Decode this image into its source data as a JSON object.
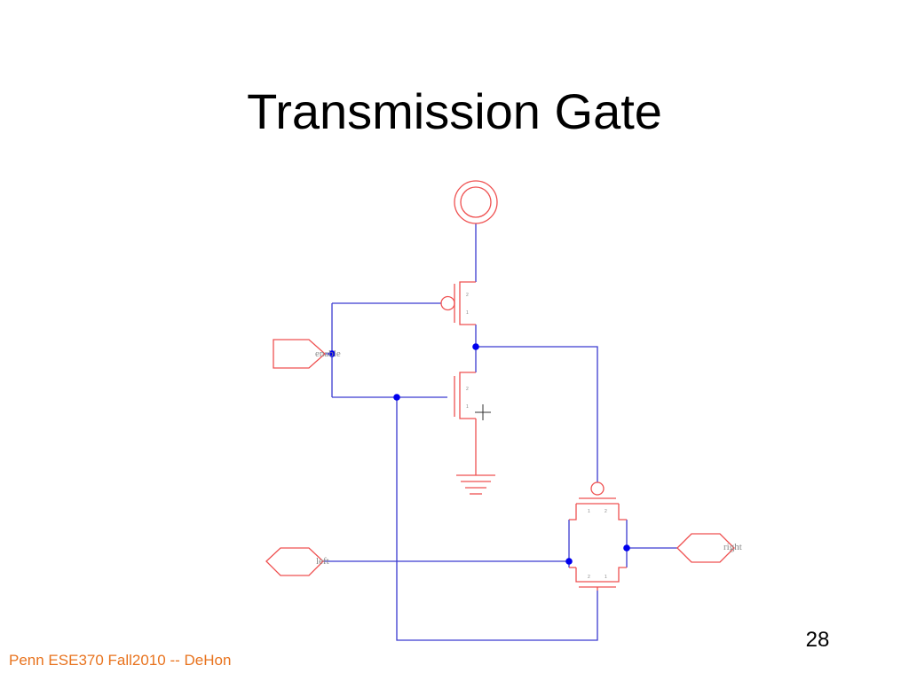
{
  "slide": {
    "title": "Transmission Gate",
    "page_number": "28",
    "footer": "Penn ESE370 Fall2010 -- DeHon"
  },
  "schematic": {
    "pins": {
      "enable": "enable",
      "left": "left",
      "right": "right"
    },
    "device_terminals": {
      "pmos_drain": "2",
      "pmos_source": "1",
      "nmos_drain": "2",
      "nmos_source": "1",
      "tg_pmos_left": "1",
      "tg_pmos_right": "2",
      "tg_nmos_left": "2",
      "tg_nmos_right": "1"
    },
    "colors": {
      "wire": "#3a3ad0",
      "component": "#ef5050",
      "junction": "#0000ee",
      "footer": "#e8731e"
    }
  }
}
